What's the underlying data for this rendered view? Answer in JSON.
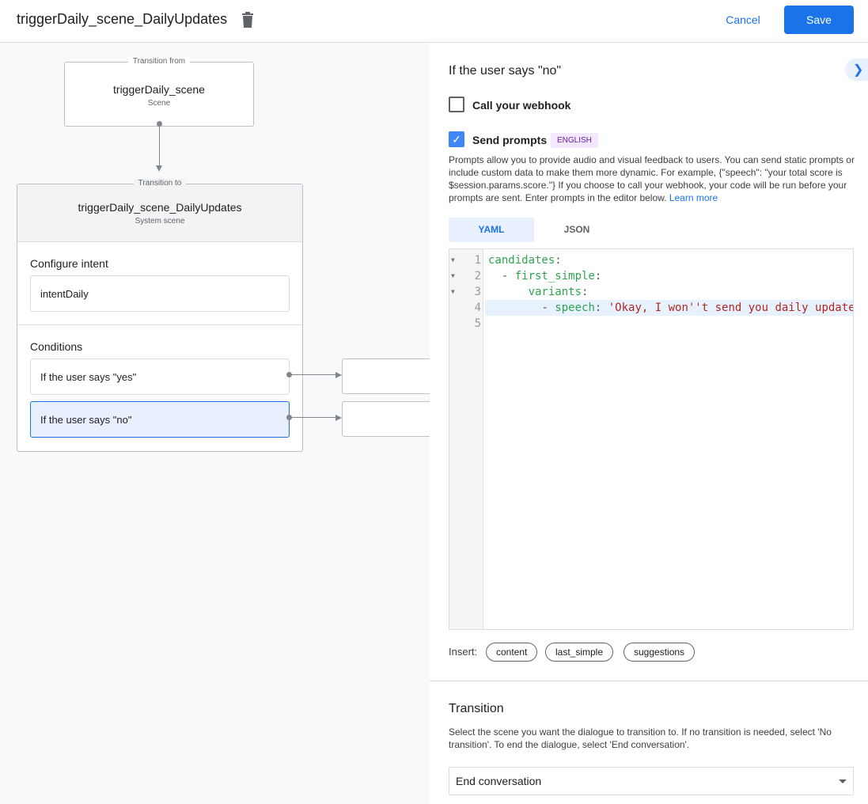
{
  "header": {
    "title": "triggerDaily_scene_DailyUpdates",
    "cancel_label": "Cancel",
    "save_label": "Save",
    "accent": "#1a73e8"
  },
  "canvas": {
    "from_node": {
      "label": "Transition from",
      "title": "triggerDaily_scene",
      "subtitle": "Scene"
    },
    "to_node": {
      "label": "Transition to",
      "title": "triggerDaily_scene_DailyUpdates",
      "subtitle": "System scene",
      "intent_section": "Configure intent",
      "intent": "intentDaily",
      "conditions_section": "Conditions",
      "conditions": [
        "If the user says \"yes\"",
        "If the user says \"no\""
      ]
    }
  },
  "panel": {
    "title": "If the user says \"no\"",
    "webhook": {
      "label": "Call your webhook",
      "checked": false
    },
    "prompts": {
      "label": "Send prompts",
      "checked": true,
      "badge": "ENGLISH",
      "description": "Prompts allow you to provide audio and visual feedback to users. You can send static prompts or include custom data to make them more dynamic. For example, {\"speech\": \"your total score is $session.params.score.\"} If you choose to call your webhook, your code will be run before your prompts are sent. Enter prompts in the editor below. ",
      "learn_more": "Learn more"
    },
    "tabs": [
      "YAML",
      "JSON"
    ],
    "code": {
      "line_numbers": [
        "1",
        "2",
        "3",
        "4",
        "5"
      ],
      "l1_key": "candidates",
      "colon": ":",
      "dash": "- ",
      "l2_key": "first_simple",
      "l3_key": "variants",
      "l4_key": "speech",
      "l4_value": "'Okay, I won''t send you daily update"
    },
    "insert_label": "Insert:",
    "chips": [
      "content",
      "last_simple",
      "suggestions"
    ],
    "transition": {
      "title": "Transition",
      "description": "Select the scene you want the dialogue to transition to. If no transition is needed, select 'No transition'. To end the dialogue, select 'End conversation'.",
      "selected": "End conversation"
    }
  }
}
